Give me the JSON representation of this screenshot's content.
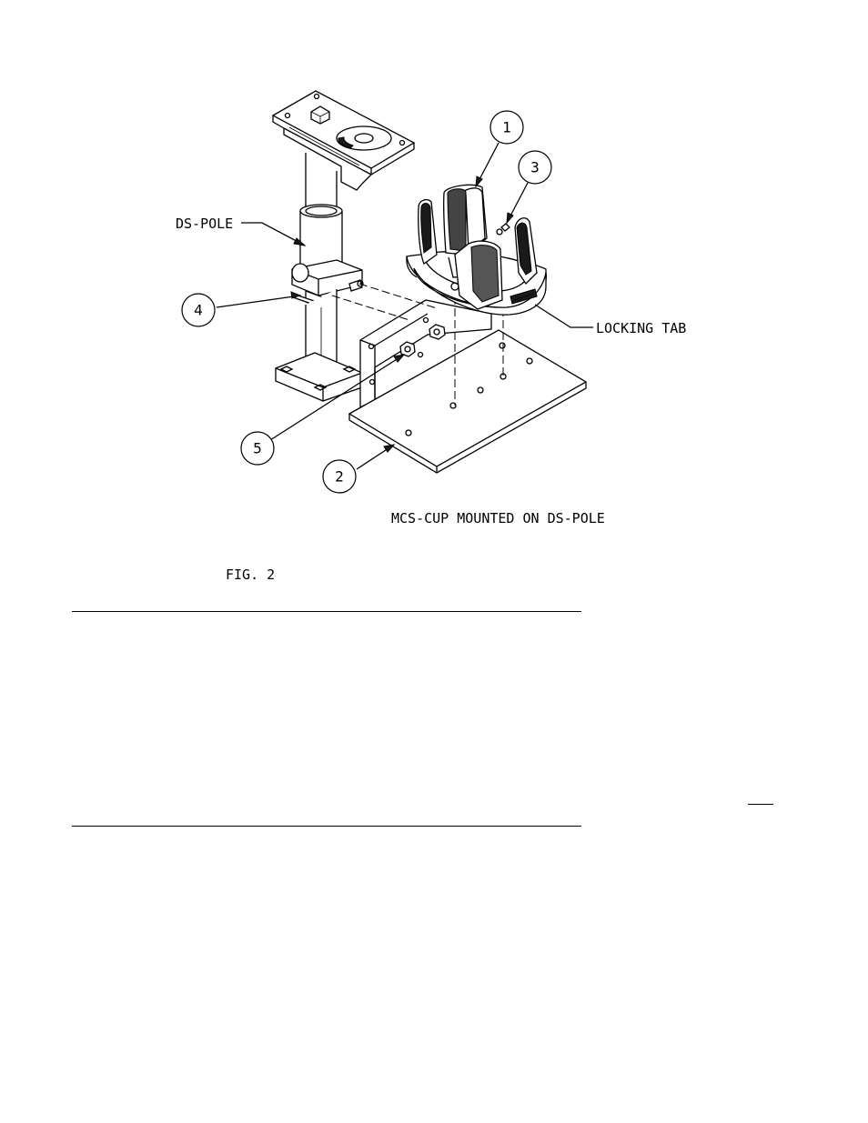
{
  "labels": {
    "ds_pole": "DS-POLE",
    "locking_tab": "LOCKING TAB",
    "caption": "MCS-CUP MOUNTED ON DS-POLE",
    "figure": "FIG. 2"
  },
  "callouts": [
    "1",
    "2",
    "3",
    "4",
    "5"
  ]
}
